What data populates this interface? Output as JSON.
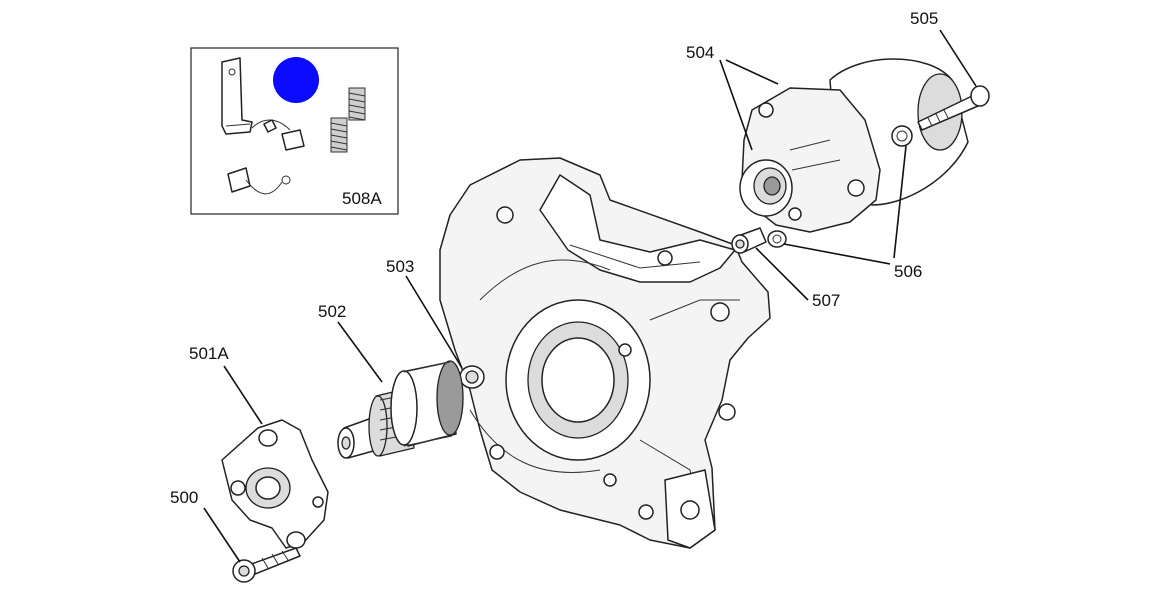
{
  "callouts": {
    "l500": "500",
    "l501A": "501A",
    "l502": "502",
    "l503": "503",
    "l504": "504",
    "l505": "505",
    "l506": "506",
    "l507": "507",
    "l508A": "508A"
  },
  "colors": {
    "highlight_marker": "#0b0bff",
    "line": "#111111",
    "part_fill": "#f4f4f4"
  }
}
